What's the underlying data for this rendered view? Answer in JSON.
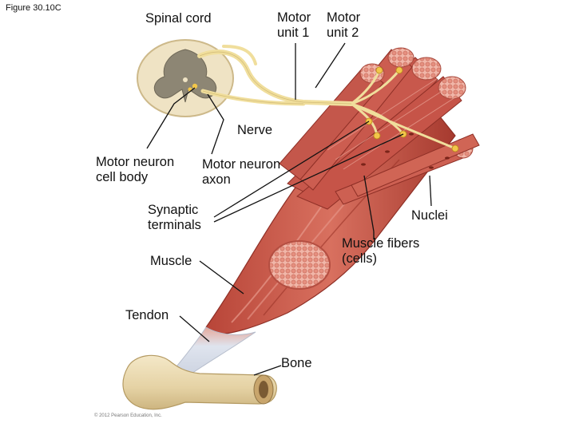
{
  "figure_id": "Figure 30.10C",
  "labels": {
    "spinal_cord": "Spinal cord",
    "motor_unit_1": [
      "Motor",
      "unit 1"
    ],
    "motor_unit_2": [
      "Motor",
      "unit 2"
    ],
    "nerve": "Nerve",
    "neuron_cell_body": [
      "Motor neuron",
      "cell body"
    ],
    "neuron_axon": [
      "Motor neuron",
      "axon"
    ],
    "synaptic_terminals": [
      "Synaptic",
      "terminals"
    ],
    "nuclei": "Nuclei",
    "muscle_fibers": [
      "Muscle fibers",
      "(cells)"
    ],
    "muscle": "Muscle",
    "tendon": "Tendon",
    "bone": "Bone"
  },
  "copyright": "© 2012 Pearson Education, Inc.",
  "colors": {
    "muscle": "#c8584c",
    "muscle_light": "#e79a8c",
    "nerve": "#f0de9c",
    "terminal": "#f2c64a",
    "tendon": "#dfe4ee",
    "bone": "#ecdcb4",
    "spinal_gray": "#8d8674",
    "spinal_white": "#efe3c4",
    "leader": "#111111"
  }
}
